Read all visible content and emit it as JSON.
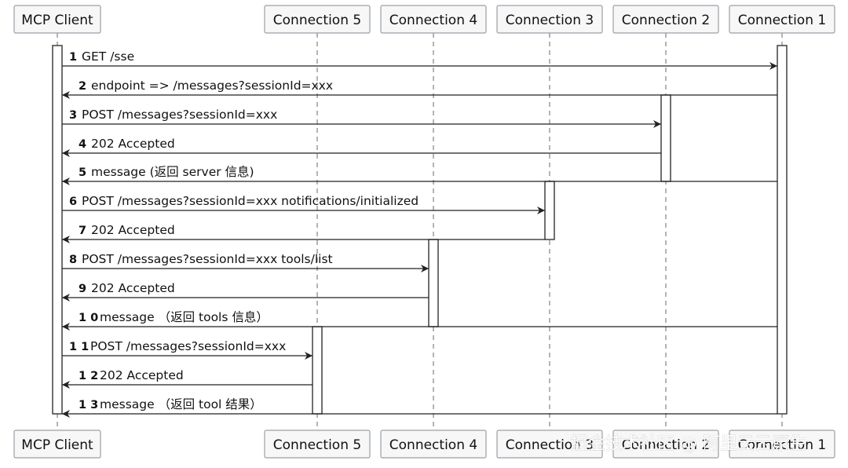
{
  "participants": [
    {
      "id": "client",
      "label": "MCP Client"
    },
    {
      "id": "c5",
      "label": "Connection 5"
    },
    {
      "id": "c4",
      "label": "Connection 4"
    },
    {
      "id": "c3",
      "label": "Connection 3"
    },
    {
      "id": "c2",
      "label": "Connection 2"
    },
    {
      "id": "c1",
      "label": "Connection 1"
    }
  ],
  "messages": [
    {
      "num": "1",
      "text": "GET /sse",
      "from": "client",
      "to": "c1"
    },
    {
      "num": "2",
      "text": "endpoint => /messages?sessionId=xxx",
      "from": "c1",
      "to": "client"
    },
    {
      "num": "3",
      "text": "POST /messages?sessionId=xxx",
      "from": "client",
      "to": "c2"
    },
    {
      "num": "4",
      "text": "202 Accepted",
      "from": "c2",
      "to": "client"
    },
    {
      "num": "5",
      "text": "message (返回 server 信息)",
      "from": "c1",
      "to": "client"
    },
    {
      "num": "6",
      "text": "POST /messages?sessionId=xxx notifications/initialized",
      "from": "client",
      "to": "c3"
    },
    {
      "num": "7",
      "text": "202 Accepted",
      "from": "c3",
      "to": "client"
    },
    {
      "num": "8",
      "text": "POST /messages?sessionId=xxx tools/list",
      "from": "client",
      "to": "c4"
    },
    {
      "num": "9",
      "text": "202 Accepted",
      "from": "c4",
      "to": "client"
    },
    {
      "num": "1 0",
      "text": "message （返回 tools 信息）",
      "from": "c1",
      "to": "client"
    },
    {
      "num": "1 1",
      "text": "POST /messages?sessionId=xxx",
      "from": "client",
      "to": "c5"
    },
    {
      "num": "1 2",
      "text": "202 Accepted",
      "from": "c5",
      "to": "client"
    },
    {
      "num": "1 3",
      "text": "message （返回 tool 结果）",
      "from": "c1",
      "to": "client"
    }
  ],
  "watermark": "掘金技术社区 @ 阿里云云原生"
}
